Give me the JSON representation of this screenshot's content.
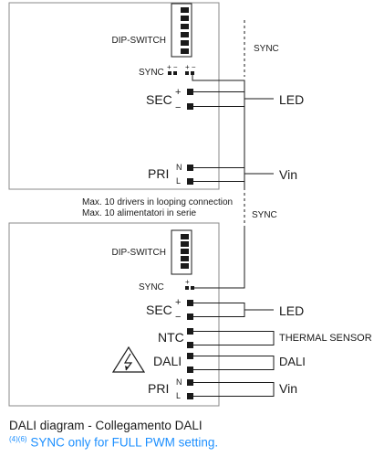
{
  "colors": {
    "line": "#1a1a1a",
    "box": "#8a8a8a",
    "note": "#1e90ff"
  },
  "labels": {
    "dip_switch": "DIP-SWITCH",
    "sync": "SYNC",
    "sec": "SEC",
    "pri": "PRI",
    "ntc": "NTC",
    "dali": "DALI",
    "plus": "+",
    "minus": "−",
    "n": "N",
    "l": "L",
    "pm": "+ −",
    "plus_only": "+",
    "led": "LED",
    "vin": "Vin",
    "thermal_sensor": "THERMAL SENSOR",
    "dali_out": "DALI",
    "sync_right_top": "SYNC",
    "sync_right_mid": "SYNC",
    "drivers_en": "Max. 10 drivers in looping connection",
    "drivers_it": "Max. 10 alimentatori in serie"
  },
  "icons": {
    "warning": "high-voltage-warning-icon"
  },
  "caption": "DALI diagram - Collegamento DALI",
  "note": {
    "ref": "(4)(6)",
    "text": "SYNC only for FULL PWM setting."
  }
}
